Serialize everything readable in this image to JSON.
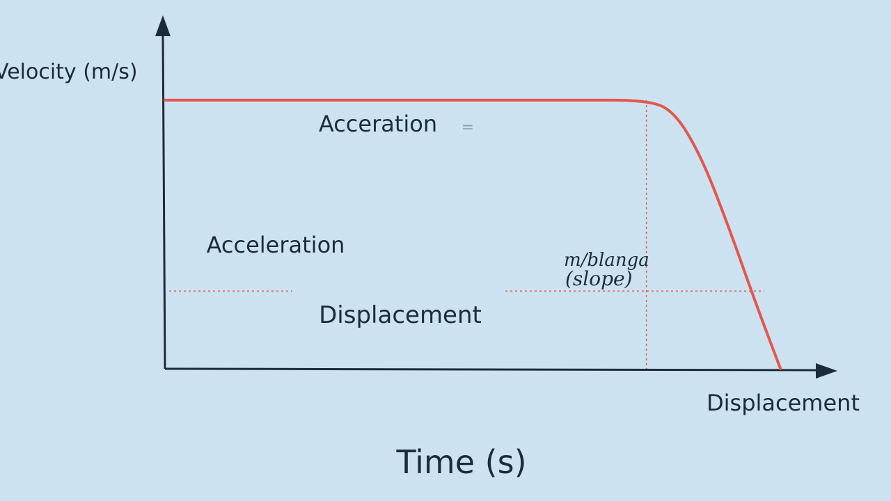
{
  "chart_data": {
    "type": "line",
    "title": "",
    "ylabel": "Velocity (m/s)",
    "xlabel": "Time (s)",
    "secondary_xlabel": "Displacement",
    "grid": false,
    "series": [
      {
        "color": "#e2574c",
        "points": [
          {
            "x": 0,
            "y": 0.76
          },
          {
            "x": 0.6,
            "y": 0.76
          },
          {
            "x": 0.7,
            "y": 0.76
          },
          {
            "x": 0.74,
            "y": 0.73
          },
          {
            "x": 0.78,
            "y": 0.6
          },
          {
            "x": 0.82,
            "y": 0.4
          },
          {
            "x": 0.86,
            "y": 0.18
          },
          {
            "x": 0.895,
            "y": 0.0
          }
        ]
      }
    ],
    "reference_lines": {
      "vertical_x": 0.7,
      "horizontal_y": 0.22,
      "color": "#e2574c"
    },
    "annotations": [
      {
        "id": "acceration",
        "text": "Acceration",
        "extra": "="
      },
      {
        "id": "acceleration",
        "text": "Acceleration"
      },
      {
        "id": "displacement-mid",
        "text": "Displacement"
      },
      {
        "id": "scribble",
        "text": "m/blanga",
        "text2": "(slope)"
      }
    ],
    "xlim": [
      0,
      1
    ],
    "ylim": [
      0,
      1
    ]
  },
  "colors": {
    "background": "#cde2f1",
    "axis": "#1c2b3a",
    "curve": "#e2574c"
  }
}
